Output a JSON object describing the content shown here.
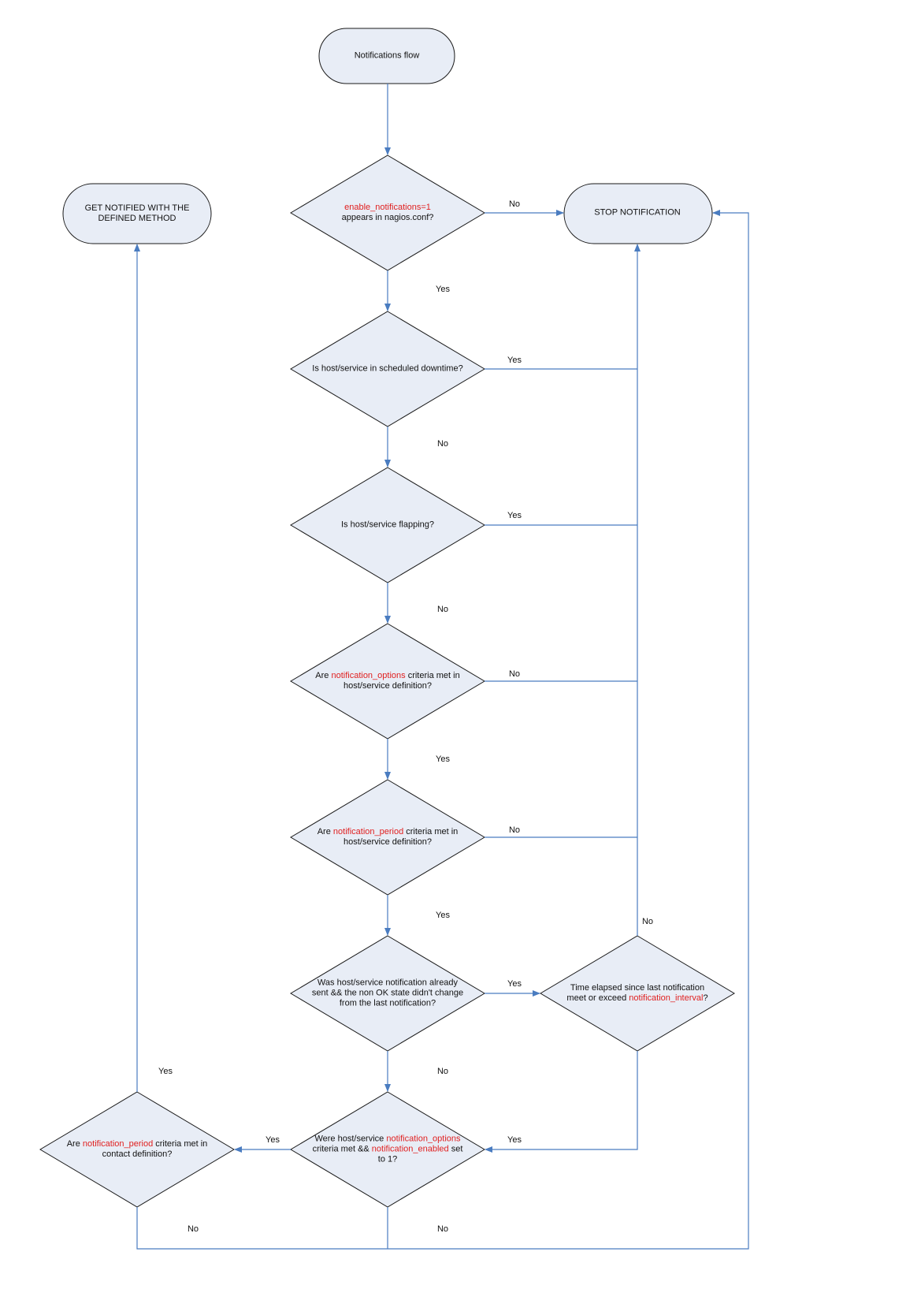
{
  "colors": {
    "shape_fill": "#e8edf6",
    "shape_stroke": "#1a1a1a",
    "connector": "#4a7cc0",
    "highlight_text": "#e02020",
    "text": "#111111"
  },
  "nodes": {
    "start": {
      "text": "Notifications flow"
    },
    "get_notified": {
      "line1": "GET NOTIFIED WITH THE",
      "line2": "DEFINED METHOD"
    },
    "stop": {
      "text": "STOP NOTIFICATION"
    },
    "d1": {
      "hl": "enable_notifications=1",
      "line2": "appears in nagios.conf?"
    },
    "d2": {
      "text": "Is host/service in scheduled downtime?"
    },
    "d3": {
      "text": "Is host/service flapping?"
    },
    "d4": {
      "pre": "Are ",
      "hl": "notification_options",
      "post": " criteria met in",
      "line2": "host/service definition?"
    },
    "d5": {
      "pre": "Are ",
      "hl": "notification_period",
      "post": " criteria met in",
      "line2": "host/service definition?"
    },
    "d6": {
      "line1": "Was host/service notification already",
      "line2": "sent && the non OK state didn't change",
      "line3": "from the last notification?"
    },
    "d7": {
      "line1": "Time elapsed since last notification",
      "pre": "meet or exceed ",
      "hl": "notification_interval",
      "post": "?"
    },
    "d8": {
      "pre": "Were host/service  ",
      "hl": "notification_options",
      "pre2": "criteria met && ",
      "hl2": "notification_enabled",
      "post2": " set",
      "line3": "to 1?"
    },
    "d9": {
      "pre": "Are ",
      "hl": "notification_period",
      "post": " criteria met in",
      "line2": "contact definition?"
    }
  },
  "edge_labels": {
    "d1_no": "No",
    "d1_yes": "Yes",
    "d2_yes": "Yes",
    "d2_no": "No",
    "d3_yes": "Yes",
    "d3_no": "No",
    "d4_no": "No",
    "d4_yes": "Yes",
    "d5_no": "No",
    "d5_yes": "Yes",
    "d6_yes": "Yes",
    "d6_no": "No",
    "d7_no": "No",
    "d7_yes": "Yes",
    "d8_yes": "Yes",
    "d8_no": "No",
    "d9_yes": "Yes",
    "d9_no": "No"
  }
}
